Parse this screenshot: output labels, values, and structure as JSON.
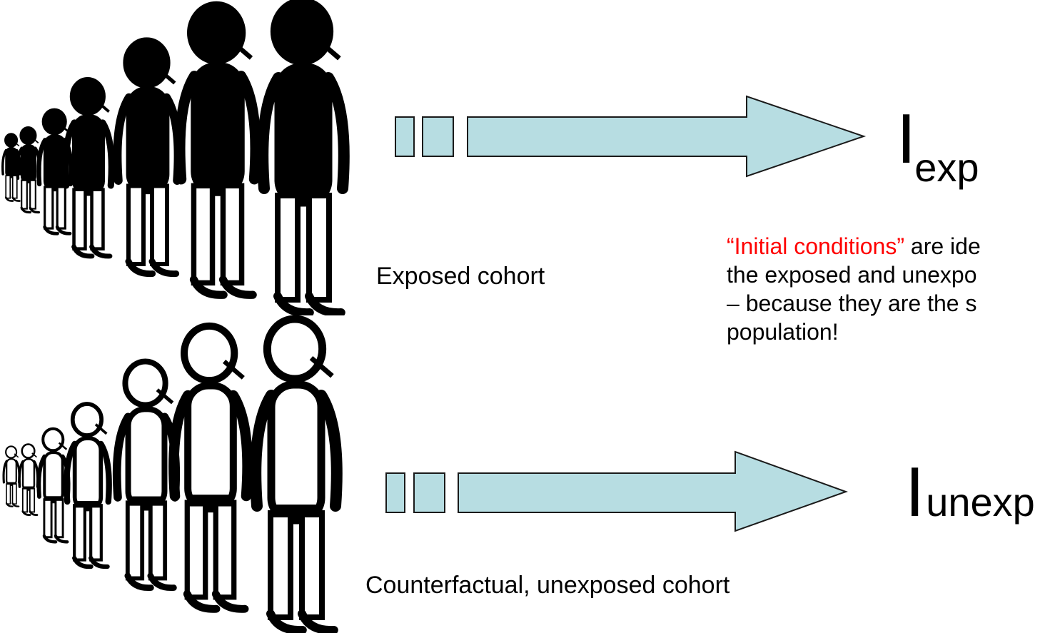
{
  "colors": {
    "arrow_fill": "#b7dde2",
    "arrow_stroke": "#1a1a1a",
    "figure_fill": "#000000",
    "highlight": "#ff0000"
  },
  "exposed": {
    "label": "Exposed cohort",
    "result_main": "I",
    "result_sub": "exp",
    "figure_icon": "person-figure-solid"
  },
  "unexposed": {
    "label": "Counterfactual, unexposed cohort",
    "result_main": "I",
    "result_sub": "unexp",
    "figure_icon": "person-figure-outline"
  },
  "note": {
    "highlight": "“Initial conditions”",
    "line1_rest": " are ide",
    "line2": "the exposed and unexpo",
    "line3": "– because they are the s",
    "line4": "population!"
  }
}
